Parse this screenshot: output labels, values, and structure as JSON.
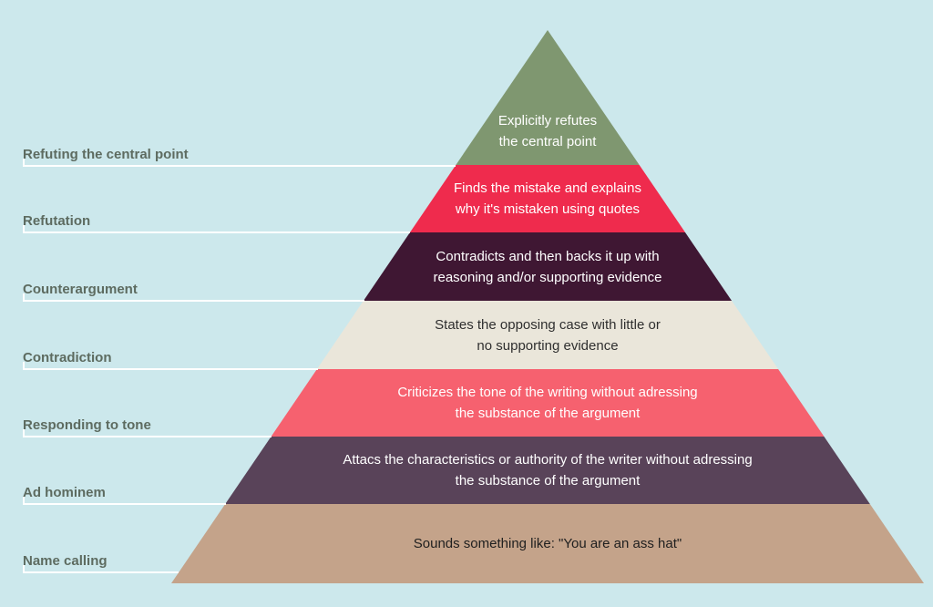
{
  "diagram": {
    "type": "pyramid-hierarchy",
    "levels_count": 7
  },
  "colors": {
    "background": "#cce8ec",
    "label_text": "#5d6b60",
    "leader_line": "#ffffff"
  },
  "levels": [
    {
      "label": "Refuting the central point",
      "text": "Explicitly refutes\nthe central point",
      "color": "#7f9770",
      "text_color": "#ffffff"
    },
    {
      "label": "Refutation",
      "text": "Finds the mistake and explains\nwhy it's mistaken using quotes",
      "color": "#ef2b4d",
      "text_color": "#ffffff"
    },
    {
      "label": "Counterargument",
      "text": "Contradicts and then backs it up with\nreasoning and/or supporting evidence",
      "color": "#3f1733",
      "text_color": "#ffffff"
    },
    {
      "label": "Contradiction",
      "text": "States the opposing case with little or\nno supporting evidence",
      "color": "#eae6da",
      "text_color": "#2f2f2f"
    },
    {
      "label": "Responding to tone",
      "text": "Criticizes the tone of the writing without adressing\nthe substance of the argument",
      "color": "#f6616f",
      "text_color": "#ffffff"
    },
    {
      "label": "Ad hominem",
      "text": "Attacs the characteristics or authority of the writer without adressing\nthe substance of the argument",
      "color": "#594359",
      "text_color": "#ffffff"
    },
    {
      "label": "Name calling",
      "text": "Sounds something like: \"You are an ass hat\"",
      "color": "#c4a38a",
      "text_color": "#1f1f1f"
    }
  ]
}
